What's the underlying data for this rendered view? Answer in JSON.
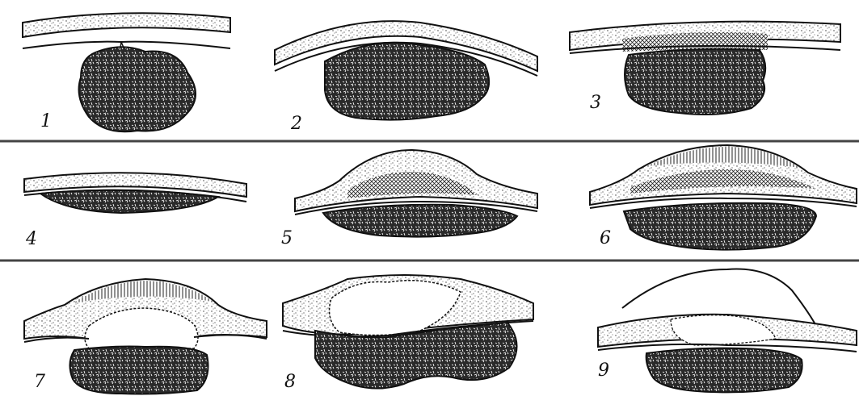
{
  "figures": [
    {
      "label": "1"
    },
    {
      "label": "2"
    },
    {
      "label": "3"
    },
    {
      "label": "4"
    },
    {
      "label": "5"
    },
    {
      "label": "6"
    },
    {
      "label": "7"
    },
    {
      "label": "8"
    },
    {
      "label": "9"
    }
  ],
  "colors": {
    "ink": "#111111",
    "background": "#ffffff",
    "divider": "#444444"
  }
}
